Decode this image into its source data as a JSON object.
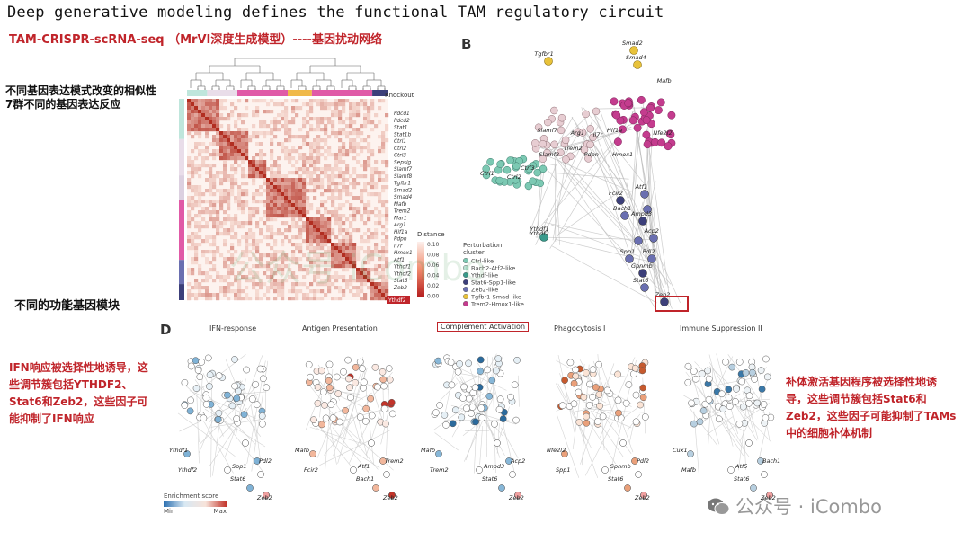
{
  "title": "Deep generative modeling defines the functional TAM regulatory circuit",
  "subtitle": "TAM-CRISPR-scRNA-seq （MrVI深度生成模型）----基因扰动网络",
  "annotations": {
    "similarity_line1": "不同基因表达模式改变的相似性",
    "similarity_line2": "7群不同的基因表达反应",
    "modules": "不同的功能基因模块",
    "ifn": "IFN响应被选择性地诱导，这些调节簇包括YTHDF2、Stat6和Zeb2，这些因子可能抑制了IFN响应",
    "complement": "补体激活基因程序被选择性地诱导，这些调节簇包括Stat6和Zeb2，这些因子可能抑制了TAMs中的细胞补体机制"
  },
  "heatmap": {
    "knockout_label": "Knockout",
    "distance_title": "Distance",
    "distance_ticks": [
      "0.10",
      "0.08",
      "0.06",
      "0.04",
      "0.02",
      "0.00"
    ],
    "gene_labels": [
      "Pdcd1",
      "Pdcd2",
      "Stat1",
      "Stat1b",
      "Ctrl1",
      "Ctrl2",
      "Ctrl3",
      "Sepsig",
      "Slamf7",
      "Slamf8",
      "Tgfbr1",
      "Smad2",
      "Smad4",
      "Mafb",
      "Trem2",
      "Mar1",
      "Arg1",
      "Hif1a",
      "Pdpn",
      "Il7r",
      "Hmox1",
      "Atf1",
      "Ythdf1",
      "Ythdf2",
      "Stat6",
      "Zeb2"
    ],
    "zeb2_tag": "Ythdf2"
  },
  "panel_b": {
    "letter": "B",
    "legend_title_line1": "Perturbation",
    "legend_title_line2": "cluster",
    "clusters": [
      {
        "name": "Ctrl-like",
        "color": "#7cc9b3"
      },
      {
        "name": "Bach2-Atf2-like",
        "color": "#b9e0d2"
      },
      {
        "name": "Ythdf-like",
        "color": "#3a9a8c"
      },
      {
        "name": "Stat6-Spp1-like",
        "color": "#3c3f7a"
      },
      {
        "name": "Zeb2-like",
        "color": "#6a6fb0"
      },
      {
        "name": "Tgfbr1-Smad-like",
        "color": "#e8c23a"
      },
      {
        "name": "Trem2-Hmox1-like",
        "color": "#c43c8e"
      }
    ],
    "node_labels": [
      "Tgfbr1",
      "Smad2",
      "Smad4",
      "Mafb",
      "Slamf7",
      "Arg1",
      "Il7r",
      "Hif1a",
      "Nfe2l2",
      "Trem2",
      "Pdpn",
      "Hmox1",
      "Slamf8",
      "Ctrl1",
      "Ctrl2",
      "Ctrl3",
      "Fcir2",
      "Atf1",
      "Bach1",
      "Ampd3",
      "Acp2",
      "Ythdf1",
      "Ythdf2",
      "Spp1",
      "Gpnmb",
      "Pdl2",
      "Stat6",
      "Zeb2"
    ],
    "highlight": "Zeb2"
  },
  "panel_d": {
    "letter": "D",
    "panels": [
      {
        "title": "IFN-response",
        "labels": [
          "Ythdf1",
          "Ythdf2",
          "Spp1",
          "Pdl2",
          "Stat6",
          "Zeb2"
        ]
      },
      {
        "title": "Antigen Presentation",
        "labels": [
          "Mafb",
          "Fcir2",
          "Atf1",
          "Trem2",
          "Bach1",
          "Zeb2"
        ]
      },
      {
        "title": "Complement Activation",
        "labels": [
          "Mafb",
          "Trem2",
          "Ampd3",
          "Acp2",
          "Stat6",
          "Zeb2"
        ]
      },
      {
        "title": "Phagocytosis I",
        "labels": [
          "Nfe2l2",
          "Spp1",
          "Gpnmb",
          "Pdl2",
          "Stat6",
          "Zeb2"
        ]
      },
      {
        "title": "Immune Suppression II",
        "labels": [
          "Cux1",
          "Mafb",
          "Atf5",
          "Bach1",
          "Stat6",
          "Zeb2"
        ]
      }
    ],
    "highlighted_panel": "Complement Activation",
    "enrichment_title": "Enrichment score",
    "enrichment_min": "Min",
    "enrichment_max": "Max"
  },
  "watermark": {
    "text": "公众号 · iCombo",
    "faint_text": "公众号 iCombo"
  },
  "colors": {
    "accent_red": "#c0242a",
    "magenta": "#c43c8e",
    "teal": "#7cc9b3",
    "heat_red": "#d73a2a"
  }
}
